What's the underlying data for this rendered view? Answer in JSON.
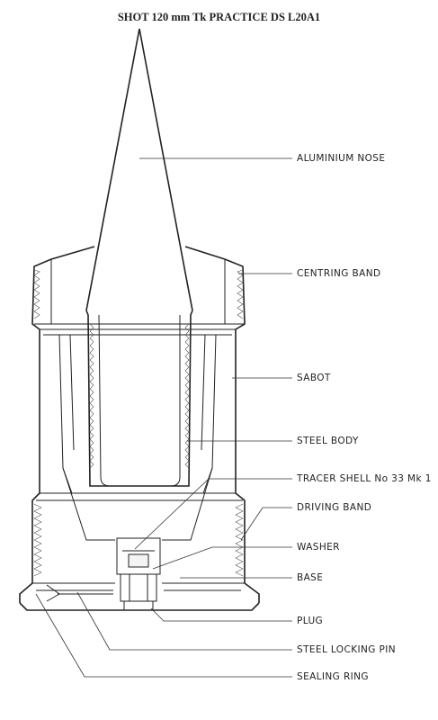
{
  "title": "SHOT 120 mm Tk PRACTICE DS L20A1",
  "labels": {
    "aluminium_nose": "ALUMINIUM NOSE",
    "centring_band": "CENTRING BAND",
    "sabot": "SABOT",
    "steel_body": "STEEL BODY",
    "tracer_shell": "TRACER SHELL No 33 Mk 1",
    "driving_band": "DRIVING BAND",
    "washer": "WASHER",
    "base": "BASE",
    "plug": "PLUG",
    "steel_locking_pin": "STEEL LOCKING PIN",
    "sealing_ring": "SEALING RING"
  }
}
